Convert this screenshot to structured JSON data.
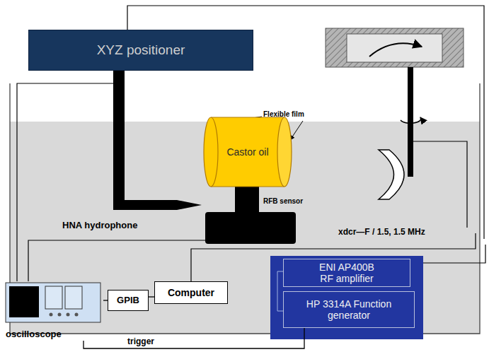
{
  "diagram": {
    "nodes": [
      {
        "text": [
          "XYZ positioner"
        ]
      },
      {
        "text": [
          "Castor oil"
        ]
      },
      {
        "text": [
          "oscilloscope"
        ]
      },
      {
        "text": [
          "GPIB"
        ]
      },
      {
        "text": [
          "Computer"
        ]
      },
      {
        "text": [
          "ENI AP400B RF amplifier"
        ]
      },
      {
        "text": [
          "HP 3314A Function generator"
        ]
      }
    ],
    "edges": [
      {
        "from": 2,
        "to": 3,
        "arrow": "none"
      },
      {
        "from": 3,
        "to": 4,
        "arrow": "none"
      },
      {
        "from": 2,
        "to": 6,
        "label": "trigger",
        "arrow": "none"
      }
    ],
    "labels": [
      "Flexible film",
      "HNA hydrophone",
      "RFB sensor",
      "xdcr—F / 1.5, 1.5 MHz"
    ]
  }
}
